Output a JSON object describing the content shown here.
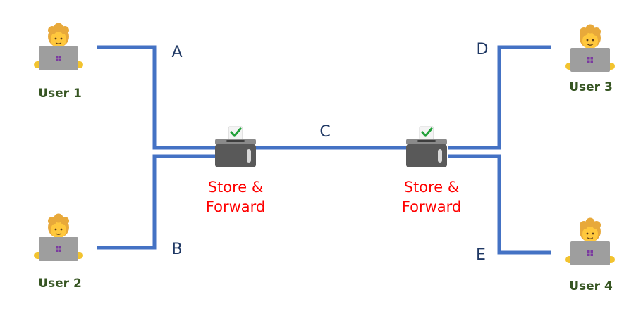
{
  "users": [
    {
      "label": "User 1"
    },
    {
      "label": "User 2"
    },
    {
      "label": "User 3"
    },
    {
      "label": "User 4"
    }
  ],
  "links": {
    "a": "A",
    "b": "B",
    "c": "C",
    "d": "D",
    "e": "E"
  },
  "nodes": [
    {
      "line1": "Store &",
      "line2": "Forward"
    },
    {
      "line1": "Store &",
      "line2": "Forward"
    }
  ],
  "colors": {
    "link": "#4472c4",
    "user_label": "#375623",
    "link_label": "#1f3864",
    "node_label": "#ff0000",
    "node_body": "#595959",
    "check": "#22a13a",
    "laptop": "#9e9e9e",
    "skin": "#ffc83d",
    "hair": "#e8a93a",
    "hand": "#f2c32f"
  },
  "icons": {
    "user": "person-laptop-icon",
    "node": "ballot-box-icon"
  }
}
